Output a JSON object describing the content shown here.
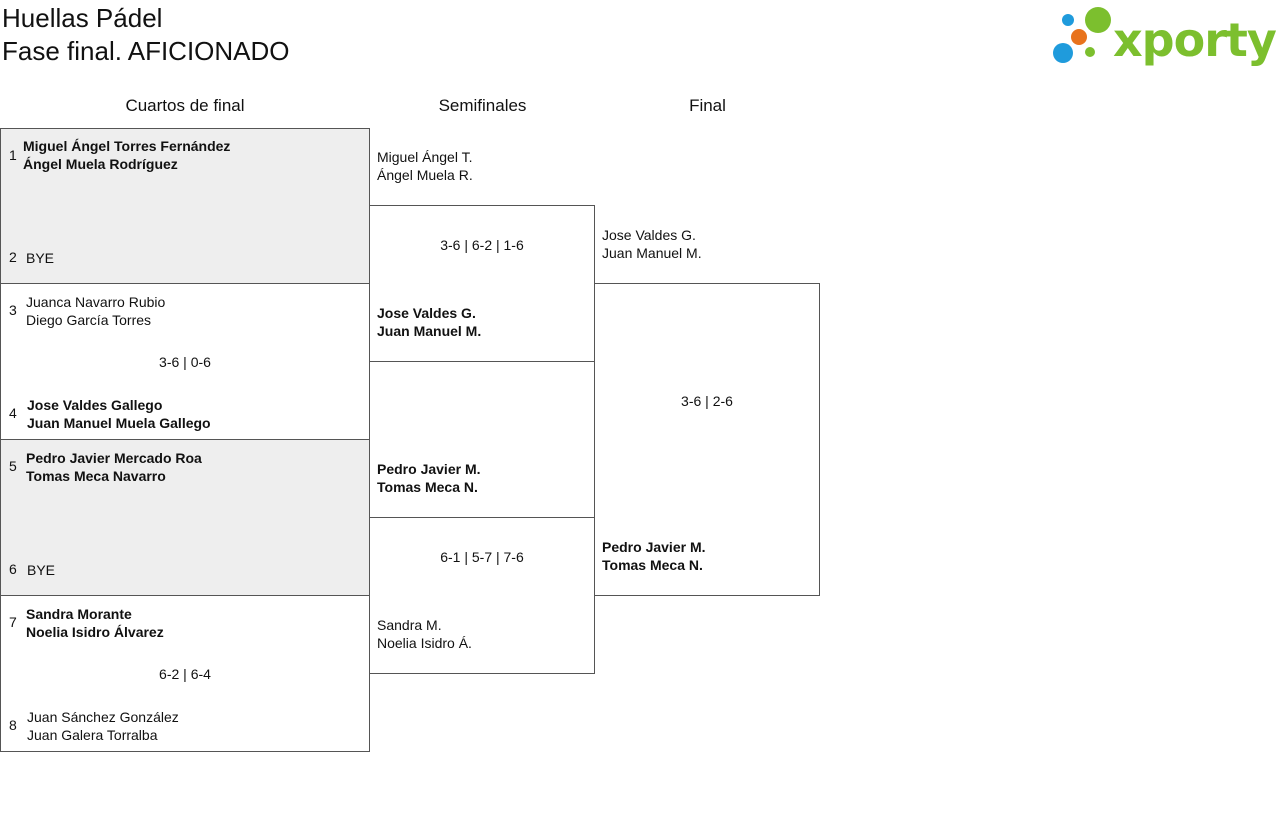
{
  "header": {
    "title": "Huellas Pádel",
    "subtitle": "Fase final. AFICIONADO",
    "logo_text": "xporty"
  },
  "rounds": {
    "quarterfinals": "Cuartos de final",
    "semifinals": "Semifinales",
    "final": "Final"
  },
  "quarterfinals": [
    {
      "seed_a": "1",
      "team_a": [
        "Miguel Ángel Torres Fernández",
        "Ángel Muela Rodríguez"
      ],
      "seed_b": "2",
      "team_b": [
        "BYE"
      ],
      "score": ""
    },
    {
      "seed_a": "3",
      "team_a": [
        "Juanca Navarro Rubio",
        "Diego García Torres"
      ],
      "seed_b": "4",
      "team_b": [
        "Jose Valdes Gallego",
        "Juan Manuel Muela Gallego"
      ],
      "score": "3-6 | 0-6"
    },
    {
      "seed_a": "5",
      "team_a": [
        "Pedro Javier Mercado Roa",
        "Tomas Meca Navarro"
      ],
      "seed_b": "6",
      "team_b": [
        "BYE"
      ],
      "score": ""
    },
    {
      "seed_a": "7",
      "team_a": [
        "Sandra Morante",
        "Noelia Isidro Álvarez"
      ],
      "seed_b": "8",
      "team_b": [
        "Juan Sánchez González",
        "Juan Galera Torralba"
      ],
      "score": "6-2 | 6-4"
    }
  ],
  "semifinals": [
    {
      "team_a": [
        "Miguel Ángel T.",
        "Ángel Muela R."
      ],
      "team_b": [
        "Jose Valdes G.",
        "Juan Manuel M."
      ],
      "score": "3-6 | 6-2 | 1-6"
    },
    {
      "team_a": [
        "Pedro Javier M.",
        "Tomas Meca N."
      ],
      "team_b": [
        "Sandra M.",
        "Noelia Isidro Á."
      ],
      "score": "6-1 | 5-7 | 7-6"
    }
  ],
  "final": {
    "team_a": [
      "Jose Valdes G.",
      "Juan Manuel M."
    ],
    "team_b": [
      "Pedro Javier M.",
      "Tomas Meca N."
    ],
    "score": "3-6 | 2-6"
  },
  "colors": {
    "logo_green": "#7cbf2e",
    "dot_blue": "#1f9bdc",
    "dot_orange": "#e8731d",
    "shaded_bg": "#eeeeee"
  }
}
